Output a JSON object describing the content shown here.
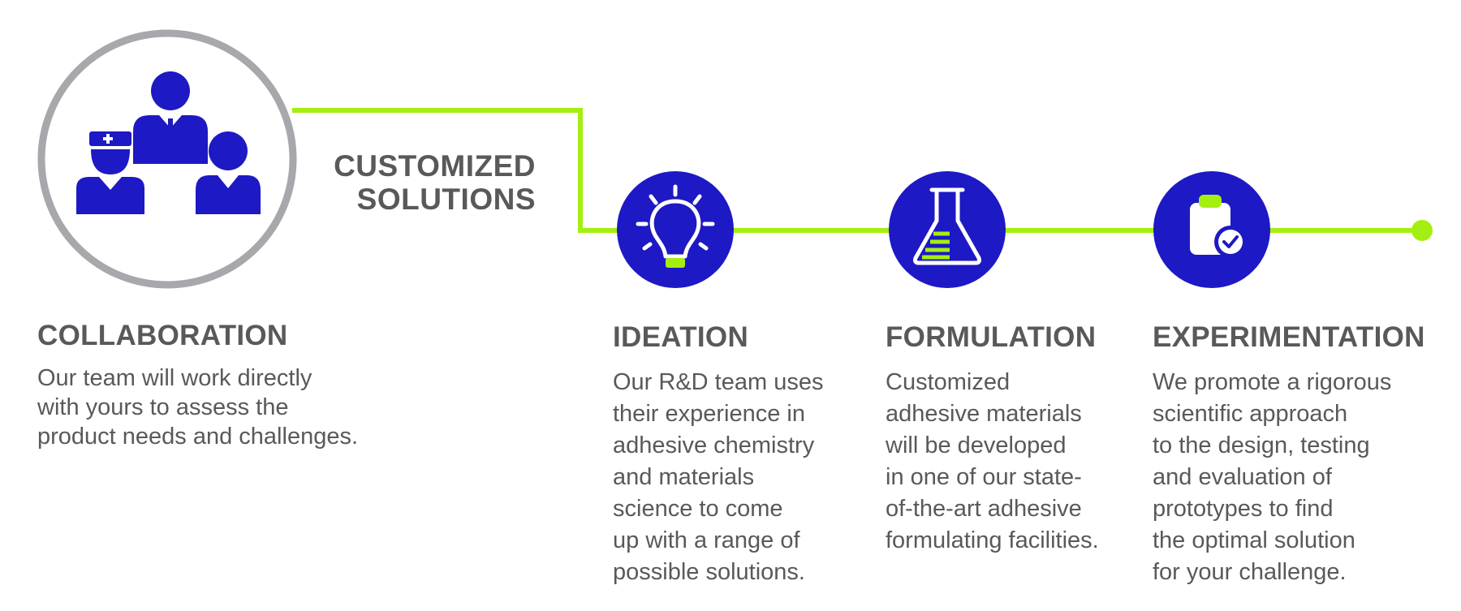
{
  "process": {
    "center_label_line1": "CUSTOMIZED",
    "center_label_line2": "SOLUTIONS",
    "steps": [
      {
        "title": "COLLABORATION",
        "description": "Our team will work directly\nwith yours to assess the\nproduct needs and challenges.",
        "icon": "team-people-icon"
      },
      {
        "title": "IDEATION",
        "description": "Our R&D team uses\ntheir experience in\nadhesive chemistry\nand materials\nscience to come\nup with a range of\npossible solutions.",
        "icon": "lightbulb-icon"
      },
      {
        "title": "FORMULATION",
        "description": "Customized\nadhesive materials\nwill be developed\nin one of our state-\nof-the-art adhesive\nformulating facilities.",
        "icon": "flask-icon"
      },
      {
        "title": "EXPERIMENTATION",
        "description": "We promote a rigorous\nscientific approach\nto the design, testing\nand evaluation of\nprototypes to find\nthe optimal solution\nfor your challenge.",
        "icon": "clipboard-check-icon"
      }
    ]
  },
  "colors": {
    "primary_blue": "#1d19c4",
    "accent_green": "#a5ef10",
    "ring_gray": "#a7a8ac",
    "text_gray": "#58595b"
  }
}
